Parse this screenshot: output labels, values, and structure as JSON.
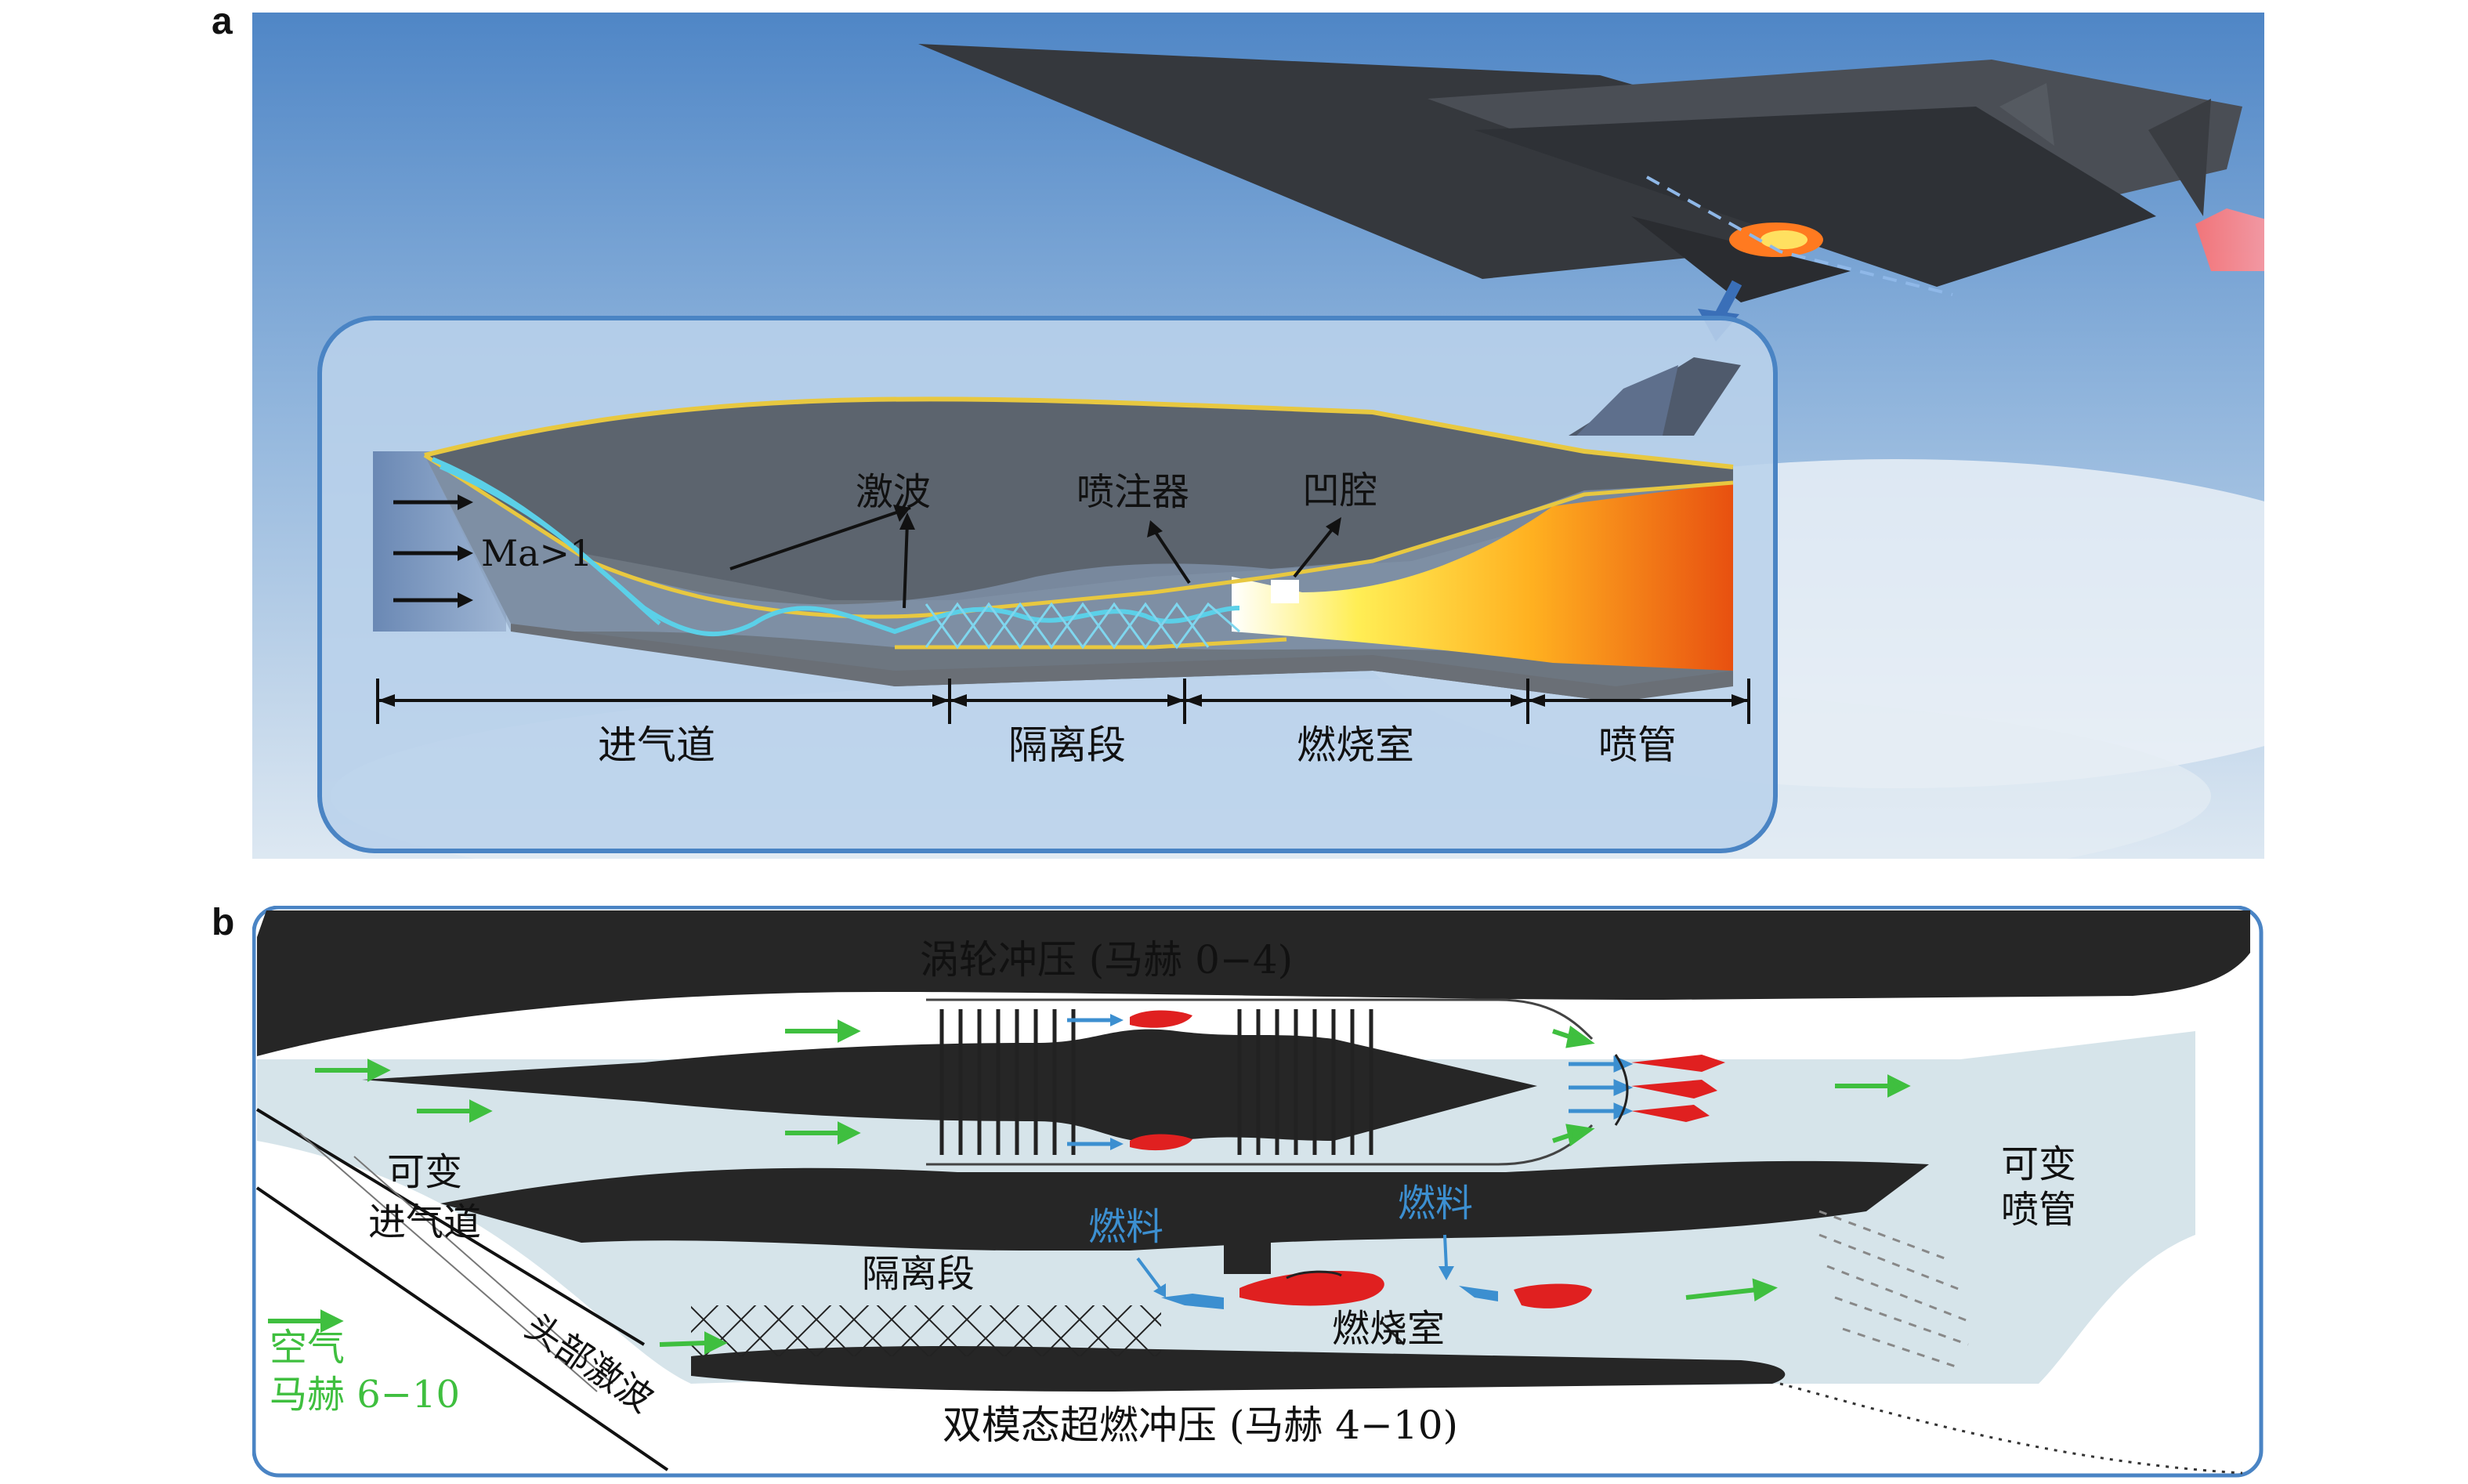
{
  "panel_a": {
    "letter": "a",
    "inflow_label": "Ma>1",
    "callouts": {
      "shock": "激波",
      "injector": "喷注器",
      "cavity": "凹腔"
    },
    "sections": [
      "进气道",
      "隔离段",
      "燃烧室",
      "喷管"
    ]
  },
  "panel_b": {
    "letter": "b",
    "turbo_title": "涡轮冲压 (马赫 0−4)",
    "scram_title": "双模态超燃冲压 (马赫 4−10)",
    "variable_inlet": [
      "可变",
      "进气道"
    ],
    "variable_nozzle": [
      "可变",
      "喷管"
    ],
    "isolator": "隔离段",
    "combustor": "燃烧室",
    "fuel_label": "燃料",
    "bow_shock": "头部激波",
    "air": [
      "空气",
      "马赫 6−10"
    ]
  },
  "colors": {
    "air_arrow": "#3fbf3f",
    "fuel_blue": "#3c8fd0",
    "flame_red": "#e02020",
    "body_dark": "#262626",
    "flow_light": "#d6e4ea",
    "frame_blue": "#4a84c4",
    "shock_cyan": "#5bd0e8",
    "outline_yellow": "#e8c840"
  }
}
